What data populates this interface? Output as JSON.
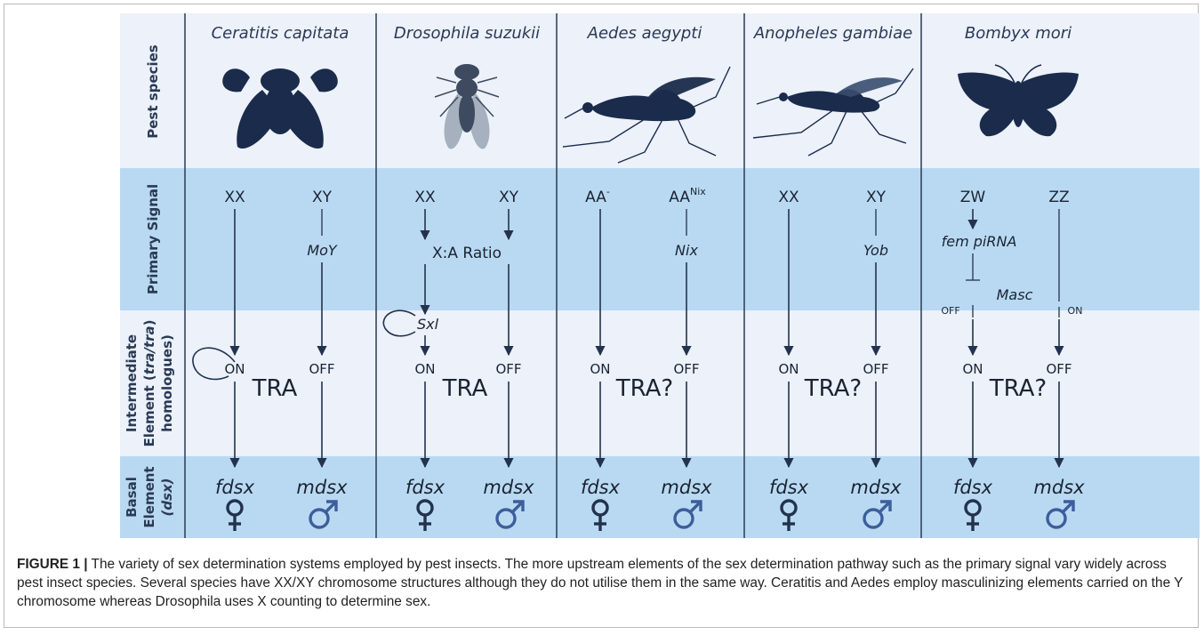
{
  "rows": {
    "pest": "Pest species",
    "primary": "Primary Signal",
    "intermediate": [
      "Intermediate",
      "Element (",
      "tra/tra",
      ")",
      "homologues)"
    ],
    "basal": [
      "Basal",
      "Element",
      "(dsx)"
    ]
  },
  "species": [
    {
      "name": "Ceratitis capitata",
      "icon": "medfly-silhouette",
      "signal_left": "XX",
      "signal_right": "XY",
      "factor": "MoY",
      "left_state": "ON",
      "right_state": "OFF",
      "tra": "TRA",
      "left_dsx": "fdsx",
      "right_dsx": "mdsx"
    },
    {
      "name": "Drosophila suzukii",
      "icon": "fruit-fly-silhouette",
      "signal_left": "XX",
      "signal_right": "XY",
      "ratio": "X:A Ratio",
      "loop_gene": "Sxl",
      "left_state": "ON",
      "right_state": "OFF",
      "tra": "TRA",
      "left_dsx": "fdsx",
      "right_dsx": "mdsx"
    },
    {
      "name": "Aedes aegypti",
      "icon": "mosquito-silhouette",
      "signal_left": "AA",
      "signal_left_sup": "-",
      "signal_right": "AA",
      "signal_right_sup": "Nix",
      "factor": "Nix",
      "left_state": "ON",
      "right_state": "OFF",
      "tra": "TRA?",
      "left_dsx": "fdsx",
      "right_dsx": "mdsx"
    },
    {
      "name": "Anopheles gambiae",
      "icon": "mosquito-silhouette",
      "signal_left": "XX",
      "signal_right": "XY",
      "factor": "Yob",
      "left_state": "ON",
      "right_state": "OFF",
      "tra": "TRA?",
      "left_dsx": "fdsx",
      "right_dsx": "mdsx"
    },
    {
      "name": "Bombyx mori",
      "icon": "moth-silhouette",
      "signal_left": "ZW",
      "signal_right": "ZZ",
      "pirna": "fem piRNA",
      "masc": "Masc",
      "masc_left": "OFF",
      "masc_right": "ON",
      "left_state": "ON",
      "right_state": "OFF",
      "tra": "TRA?",
      "left_dsx": "fdsx",
      "right_dsx": "mdsx"
    }
  ],
  "caption": {
    "label": "FIGURE 1 |",
    "text": " The variety of sex determination systems employed by pest insects. The more upstream elements of the sex determination pathway such as the primary signal vary widely across pest insect species. Several species have XX/XY chromosome structures although they do not utilise them in the same way. Ceratitis and Aedes employ masculinizing elements carried on the Y chromosome whereas Drosophila uses X counting to determine sex."
  },
  "colors": {
    "band_light": "#ecf1fa",
    "band_blue": "#b9d9f2",
    "ink": "#1a2433",
    "female_symbol": "#23324d",
    "male_symbol": "#3d5e9c"
  }
}
